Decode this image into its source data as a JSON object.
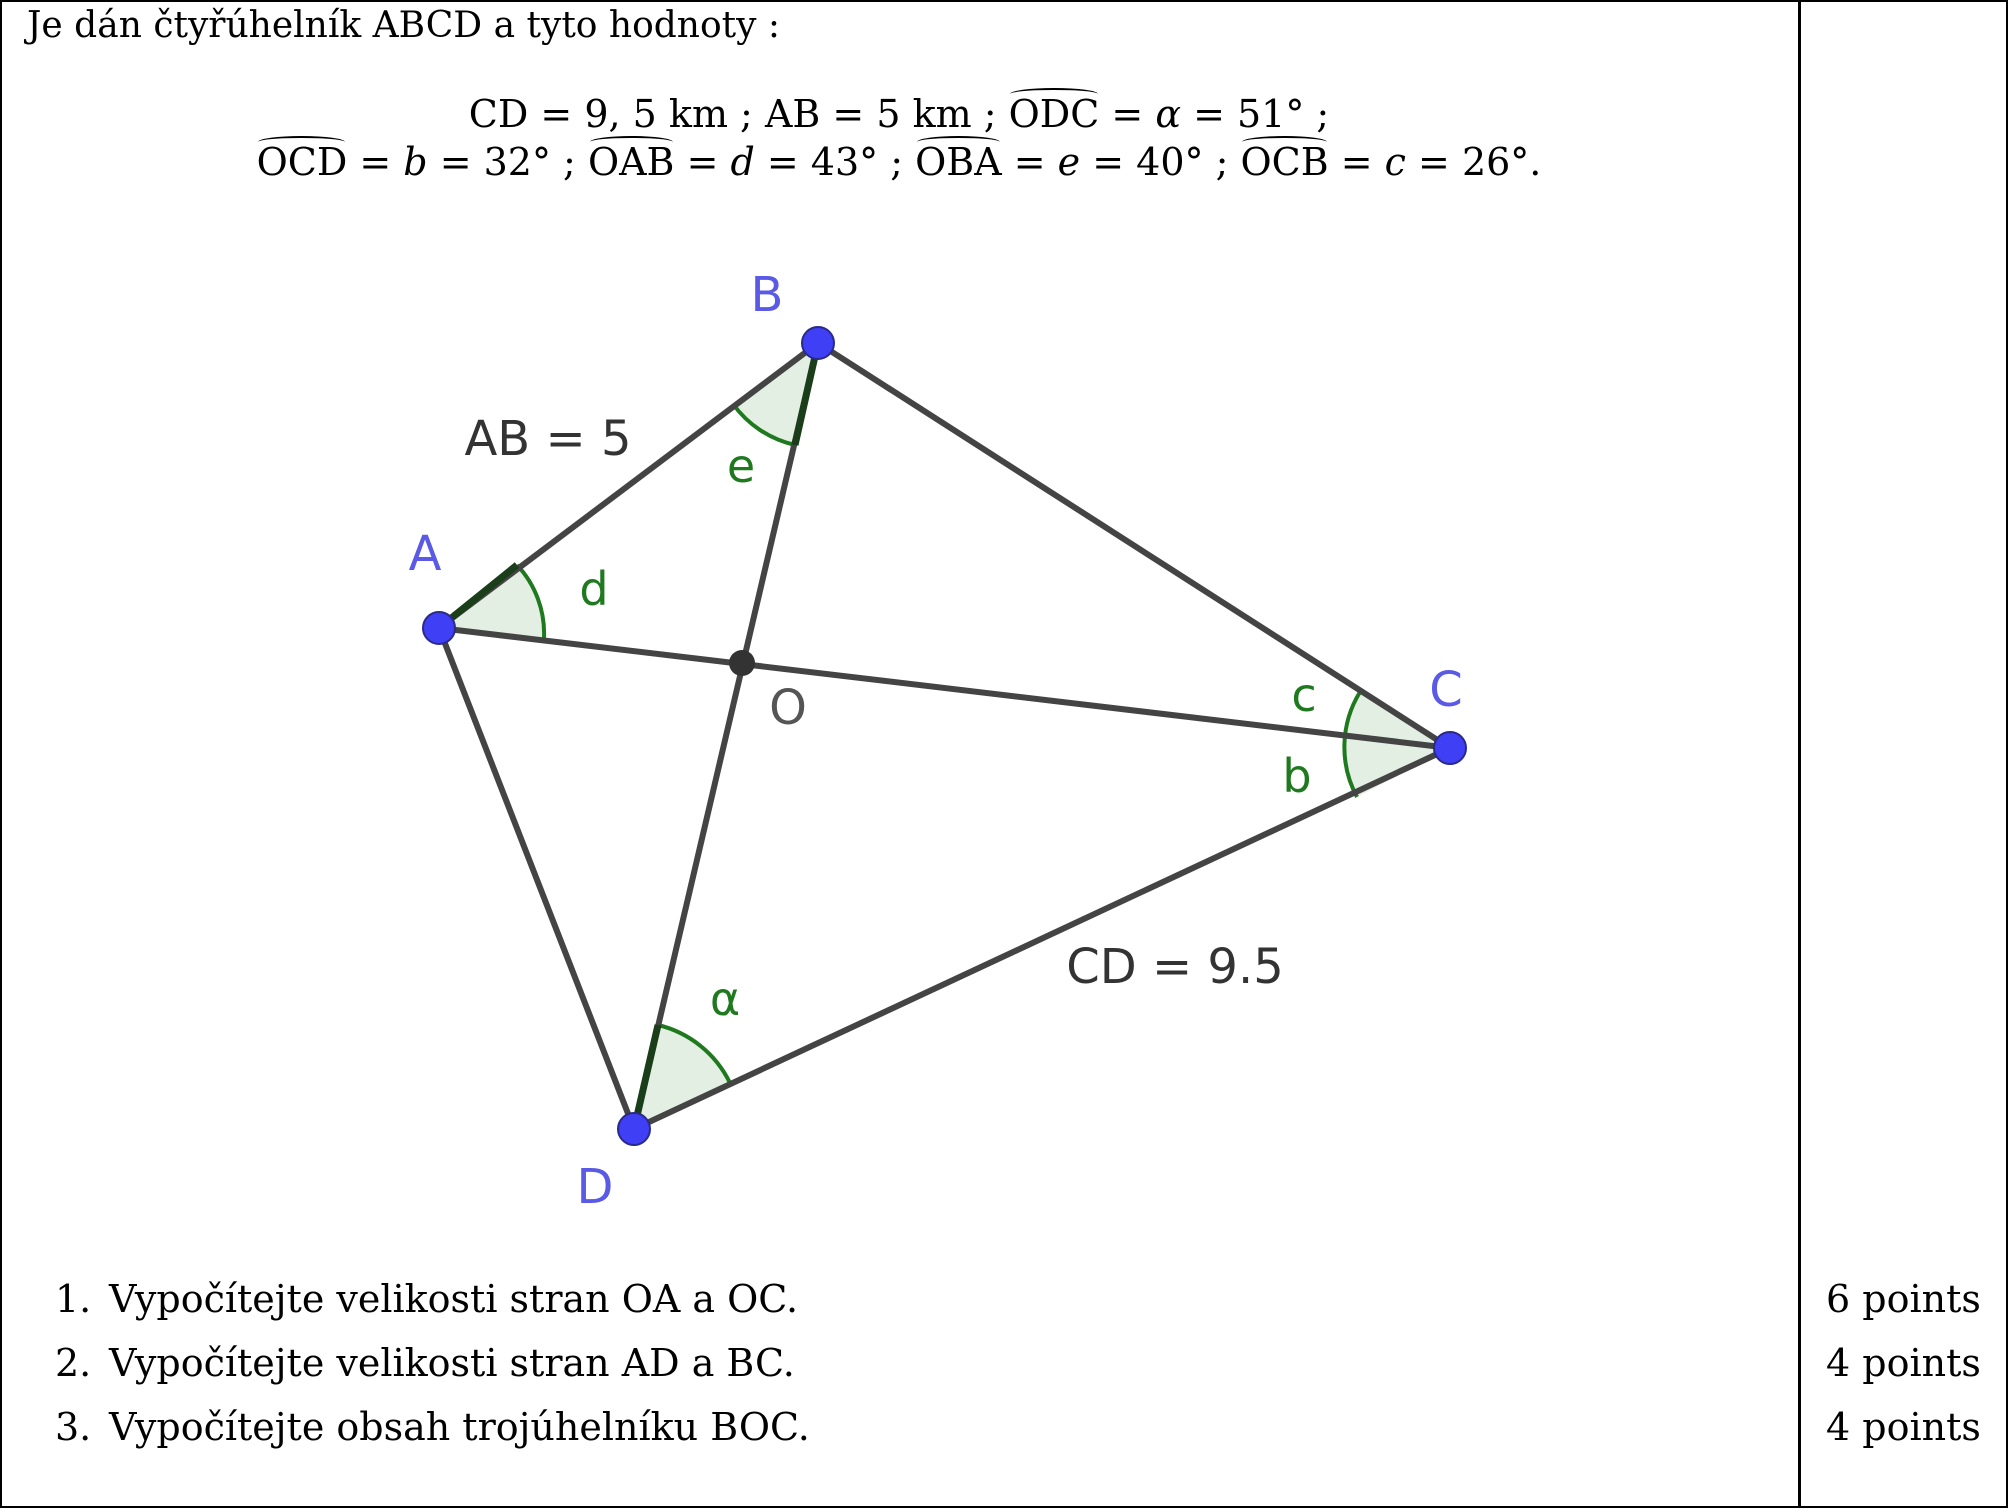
{
  "intro": "Je dán čtyřúhelník ABCD a tyto hodnoty :",
  "formulas": {
    "cd": "CD = 9, 5 km ;",
    "ab": "AB = 5 km ;",
    "odc_name": "ODC",
    "odc_mid": " = ",
    "odc_var": "α",
    "odc_val": " = 51° ;",
    "ocd_name": "OCD",
    "ocd_mid": " = ",
    "ocd_var": "b",
    "ocd_val": " = 32° ;",
    "oab_name": "OAB",
    "oab_mid": " = ",
    "oab_var": "d",
    "oab_val": " = 43° ;",
    "oba_name": "OBA",
    "oba_mid": " = ",
    "oba_var": "e",
    "oba_val": " = 40° ;",
    "ocb_name": "OCB",
    "ocb_mid": " = ",
    "ocb_var": "c",
    "ocb_val": " = 26°."
  },
  "figure": {
    "points": {
      "A": "A",
      "B": "B",
      "C": "C",
      "D": "D",
      "O": "O"
    },
    "angles": {
      "d": "d",
      "e": "e",
      "c": "c",
      "b": "b",
      "alpha": "α"
    },
    "labels": {
      "ab": "AB = 5",
      "cd": "CD = 9.5"
    },
    "colors": {
      "vertex": "#3f3ff5",
      "vertex_label": "#5a5ae6",
      "angle": "#1f7a1f",
      "angle_fill": "#e3efe3",
      "segment": "#444444",
      "center": "#333333"
    }
  },
  "tasks": [
    {
      "number": "1.",
      "text": "Vypočítejte velikosti stran OA a OC.",
      "points": "6 points"
    },
    {
      "number": "2.",
      "text": "Vypočítejte velikosti stran AD a BC.",
      "points": "4 points"
    },
    {
      "number": "3.",
      "text": "Vypočítejte obsah trojúhelníku BOC.",
      "points": "4 points"
    }
  ]
}
